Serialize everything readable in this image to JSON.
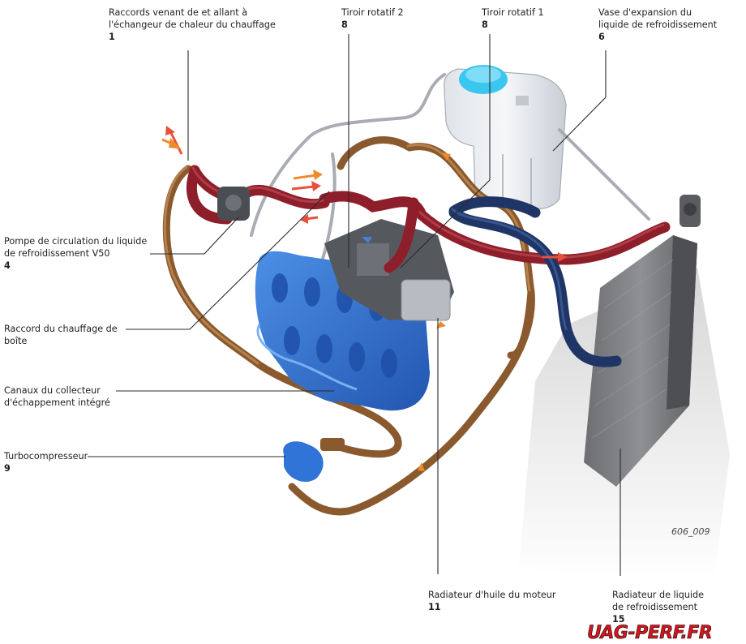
{
  "labels": {
    "c1": {
      "text": "Raccords venant de et allant à\nl'échangeur de chaleur du chauffage",
      "num": "1"
    },
    "c8b": {
      "text": "Tiroir rotatif 2",
      "num": "8"
    },
    "c8a": {
      "text": "Tiroir rotatif 1",
      "num": "8"
    },
    "c6": {
      "text": "Vase d'expansion du\nliquide de refroidissement",
      "num": "6"
    },
    "c4": {
      "text": "Pompe de circulation du liquide\nde refroidissement V50",
      "num": "4"
    },
    "cbox": {
      "text": "Raccord du chauffage de\nboîte",
      "num": ""
    },
    "cexh": {
      "text": "Canaux du collecteur\nd'échappement intégré",
      "num": ""
    },
    "c9": {
      "text": "Turbocompresseur",
      "num": "9"
    },
    "c11": {
      "text": "Radiateur d'huile du moteur",
      "num": "11"
    },
    "c15": {
      "text": "Radiateur de liquide\nde refroidissement",
      "num": "15"
    }
  },
  "figure_ref": "606_009",
  "watermark": "UAG-PERF.FR",
  "colors": {
    "hot": "#8e1f2a",
    "cold": "#1f3566",
    "return": "#8a5a2e",
    "engine": "#2f74d6",
    "arrow_hot": "#e8503a",
    "arrow_warm": "#ee8a2e",
    "arrow_cold": "#4a7fd0"
  }
}
